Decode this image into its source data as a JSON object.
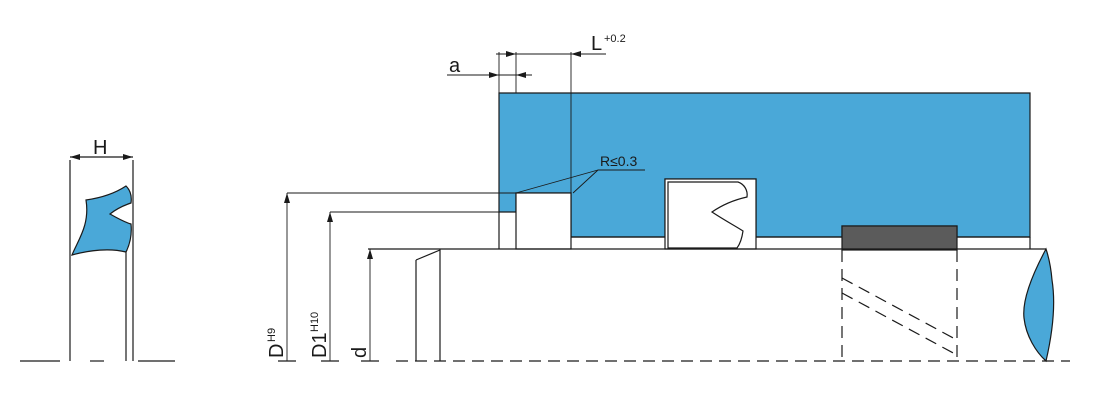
{
  "colors": {
    "seal_blue": "#4aa8d8",
    "guide_ring_gray": "#5b5b5b",
    "line": "#1a1a1a",
    "background": "#ffffff"
  },
  "labels": {
    "H": "H",
    "a": "a",
    "L": "L",
    "L_tol": "+0.2",
    "radius": "R≤0.3",
    "D": "D",
    "D_tol": "H9",
    "D1": "D1",
    "D1_tol": "H10",
    "d": "d"
  }
}
